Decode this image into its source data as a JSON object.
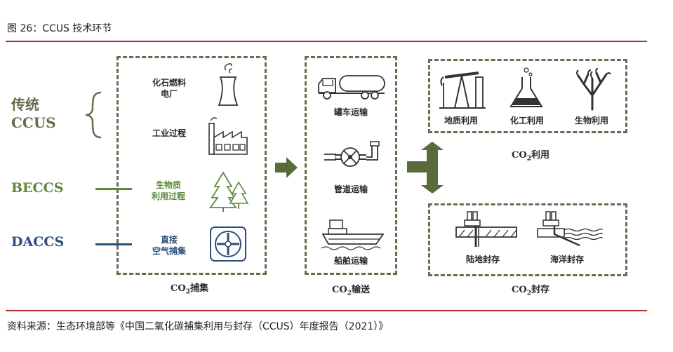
{
  "caption": "图 26：CCUS 技术环节",
  "source": "资料来源：生态环境部等《中国二氧化碳捕集利用与封存（CCUS）年度报告（2021）》",
  "left_labels": {
    "traditional_line1": "传统",
    "traditional_line2": "CCUS",
    "beccs": "BECCS",
    "daccs": "DACCS"
  },
  "capture": {
    "items": [
      {
        "line1": "化石燃料",
        "line2": "电厂",
        "icon": "cooling-tower-icon"
      },
      {
        "line1": "工业过程",
        "line2": "",
        "icon": "factory-icon"
      },
      {
        "line1": "生物质",
        "line2": "利用过程",
        "icon": "trees-icon"
      },
      {
        "line1": "直接",
        "line2": "空气捕集",
        "icon": "fan-icon"
      }
    ],
    "caption_pre": "CO",
    "caption_sub": "2",
    "caption_post": "捕集"
  },
  "transport": {
    "items": [
      {
        "label": "罐车运输",
        "icon": "tanker-truck-icon"
      },
      {
        "label": "管道运输",
        "icon": "pipeline-valve-icon"
      },
      {
        "label": "船舶运输",
        "icon": "ship-icon"
      }
    ],
    "caption_pre": "CO",
    "caption_sub": "2",
    "caption_post": "输送"
  },
  "utilization": {
    "items": [
      {
        "label": "地质利用",
        "icon": "oil-pump-icon"
      },
      {
        "label": "化工利用",
        "icon": "flask-icon"
      },
      {
        "label": "生物利用",
        "icon": "coral-icon"
      }
    ],
    "caption_pre": "CO",
    "caption_sub": "2",
    "caption_post": "利用"
  },
  "storage": {
    "items": [
      {
        "label": "陆地封存",
        "icon": "land-storage-icon"
      },
      {
        "label": "海洋封存",
        "icon": "ocean-storage-icon"
      }
    ],
    "caption_pre": "CO",
    "caption_sub": "2",
    "caption_post": "封存"
  },
  "colors": {
    "rule": "#b32a2a",
    "olive": "#6b6b4f",
    "traditional": "#6b6b4f",
    "beccs": "#5d8a3a",
    "daccs": "#2b4f7a",
    "arrow": "#5a6a3a"
  }
}
